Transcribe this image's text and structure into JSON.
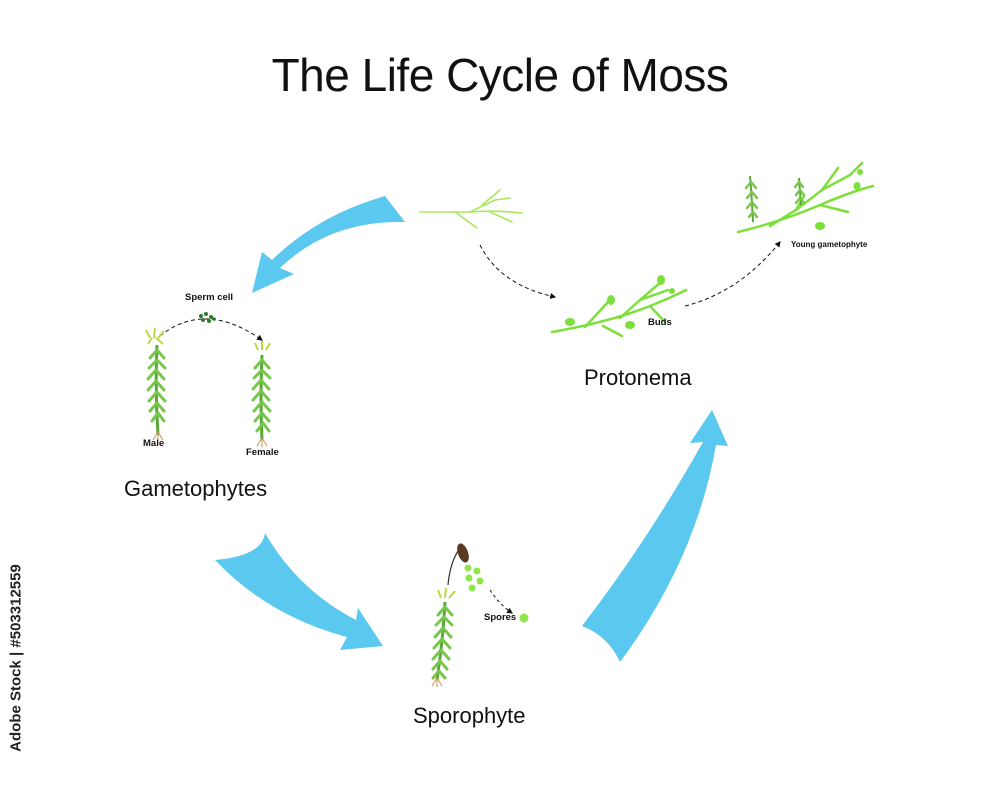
{
  "title": "The Life Cycle of Moss",
  "stages": {
    "gametophytes": "Gametophytes",
    "sporophyte": "Sporophyte",
    "protonema": "Protonema"
  },
  "labels": {
    "sperm_cell": "Sperm cell",
    "male": "Male",
    "female": "Female",
    "spores": "Spores",
    "buds": "Buds",
    "young_gametophyte": "Young gametophyte"
  },
  "watermark": "Adobe Stock | #503312559",
  "colors": {
    "arrow": "#5bc8ef",
    "plant_green": "#78c74b",
    "light_green": "#9ae44a",
    "bright_green": "#7de03a",
    "dark_green": "#2f7a2f",
    "capsule_brown": "#5a3a22",
    "root_tan": "#c8955a"
  }
}
